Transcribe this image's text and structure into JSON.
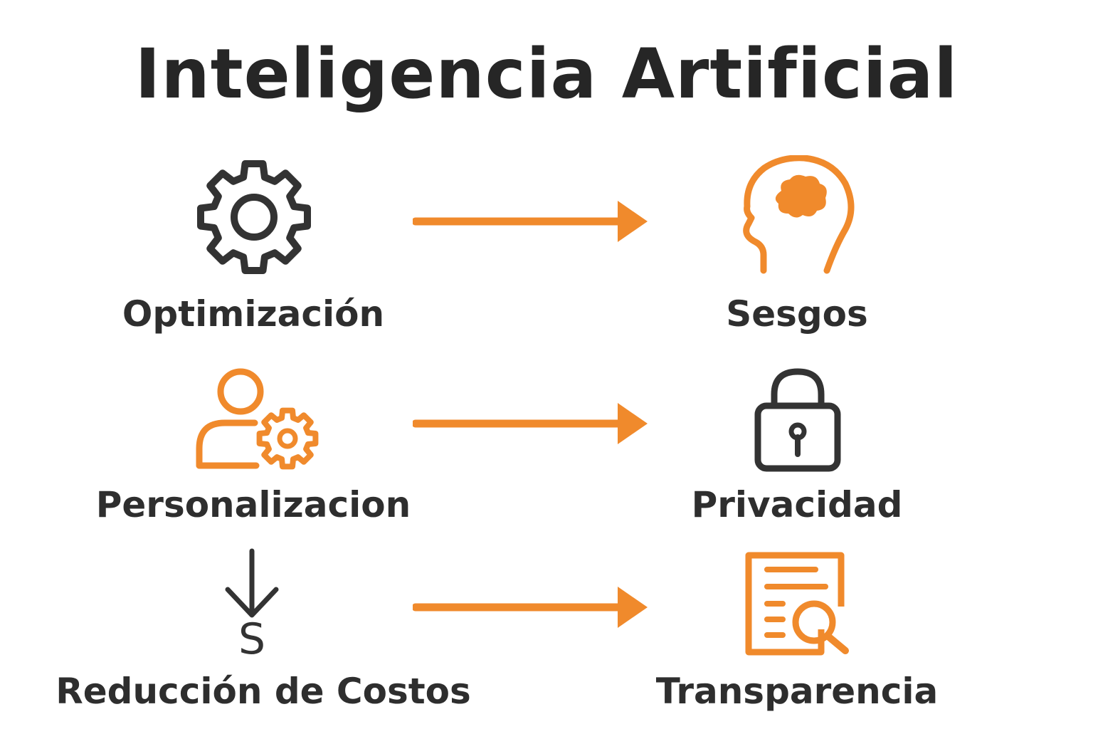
{
  "title": "Inteligencia Artificial",
  "colors": {
    "accent": "#f08a2c",
    "dark": "#2e2e2e",
    "background": "#ffffff"
  },
  "left_items": [
    {
      "label": "Optimización",
      "icon": "gear-icon"
    },
    {
      "label": "Personalizacion",
      "icon": "user-gear-icon"
    },
    {
      "label": "Reducción de Costos",
      "icon": "down-arrow-dollar-icon"
    }
  ],
  "right_items": [
    {
      "label": "Sesgos",
      "icon": "head-brain-icon"
    },
    {
      "label": "Privacidad",
      "icon": "padlock-icon"
    },
    {
      "label": "Transparencia",
      "icon": "document-search-icon"
    }
  ],
  "dollar_glyph": "S"
}
